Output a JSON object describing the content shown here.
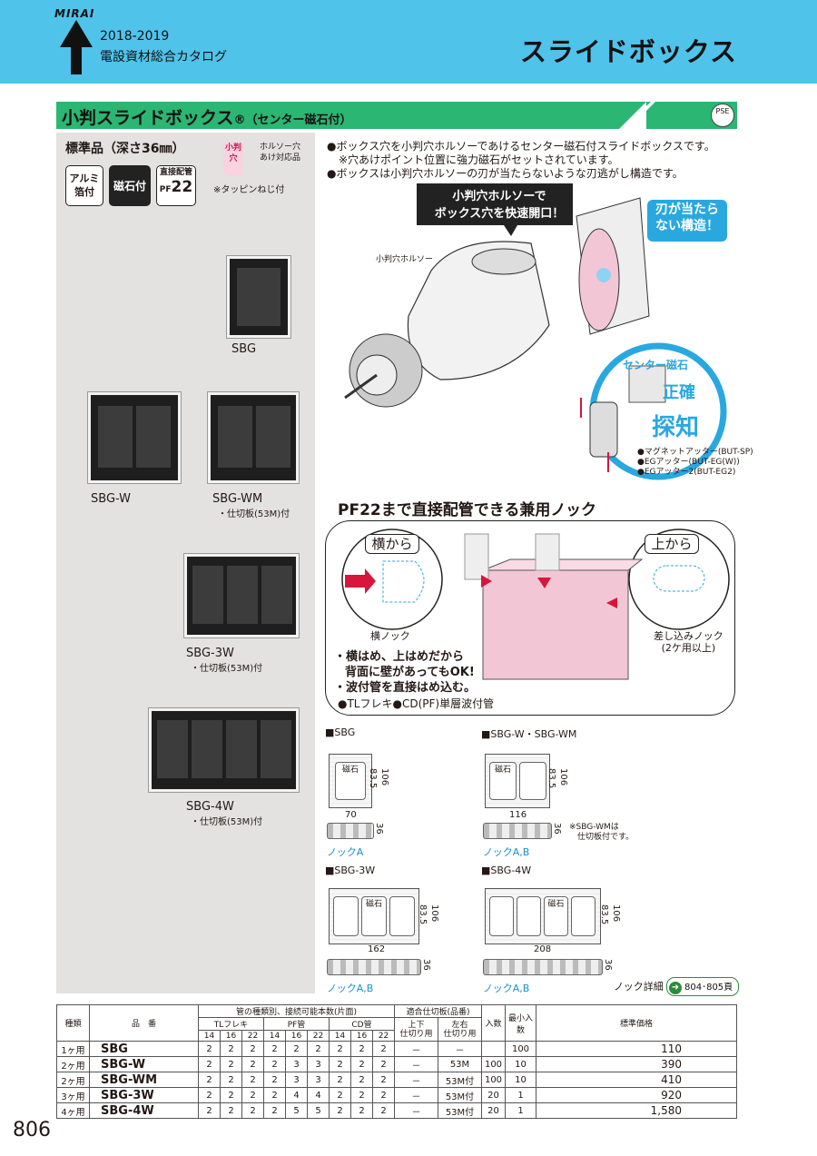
{
  "header": {
    "brand": "MIRAI",
    "catalog_year": "2018-2019",
    "catalog_title": "電設資材総合カタログ",
    "page_title": "スライドボックス"
  },
  "section": {
    "title": "小判スライドボックス",
    "registered": "®",
    "subtitle": "（センター磁石付）",
    "pse": "PSE"
  },
  "left": {
    "standard": "標準品（深さ36㎜）",
    "hole_badge": "小判穴",
    "hole_note": "ホルソー穴あけ対応品",
    "badge_alumi": "アルミ箔付",
    "badge_magnet": "磁石付",
    "badge_pf_top": "直接配管",
    "badge_pf_pre": "PF",
    "badge_pf_num": "22",
    "tap_note": "※タッピンねじ付",
    "products": [
      {
        "label": "SBG",
        "sub": ""
      },
      {
        "label": "SBG-W",
        "sub": ""
      },
      {
        "label": "SBG-WM",
        "sub": "・仕切板(53M)付"
      },
      {
        "label": "SBG-3W",
        "sub": "・仕切板(53M)付"
      },
      {
        "label": "SBG-4W",
        "sub": "・仕切板(53M)付"
      }
    ]
  },
  "features": [
    "●ボックス穴を小判穴ホルソーであけるセンター磁石付スライドボックスです。",
    "※穴あけポイント位置に強力磁石がセットされています。",
    "●ボックスは小判穴ホルソーの刃が当たらないような刃逃がし構造です。"
  ],
  "hero": {
    "callout": "小判穴ホルソーで\nボックス穴を快速開口！",
    "holesaw": "小判穴ホルソー",
    "blade": "刃が当たら\nない構造！",
    "magnet": "センター磁石",
    "accurate": "正確",
    "detect": "探知",
    "tools": [
      "●マグネットアッター(BUT-SP)",
      "●EGアッター(BUT-EG(W))",
      "●EGアッター2(BUT-EG2)"
    ]
  },
  "knock": {
    "title": "PF22まで直接配管できる兼用ノック",
    "side": "横から",
    "top": "上から",
    "side_knock": "横ノック",
    "insert_knock": "差し込みノック\n(2ケ用以上)",
    "points": [
      "・横はめ、上はめだから",
      "背面に壁があってもOK!",
      "・波付管を直接はめ込む。"
    ],
    "pipes": "●TLフレキ●CD(PF)単層波付管"
  },
  "diagrams": [
    {
      "title": "■SBG",
      "width": "70",
      "h1": "83.5",
      "h2": "106",
      "depth": "36",
      "knock": "ノックA",
      "magnet": "磁石"
    },
    {
      "title": "■SBG-W・SBG-WM",
      "width": "116",
      "h1": "83.5",
      "h2": "106",
      "depth": "36",
      "knock": "ノックA,B",
      "magnet": "磁石",
      "note": "※SBG-WMは\n　仕切板付です。"
    },
    {
      "title": "■SBG-3W",
      "width": "162",
      "h1": "83.5",
      "h2": "106",
      "depth": "36",
      "knock": "ノックA,B",
      "magnet": "磁石"
    },
    {
      "title": "■SBG-4W",
      "width": "208",
      "h1": "83.5",
      "h2": "106",
      "depth": "36",
      "knock": "ノックA,B",
      "magnet": "磁石"
    }
  ],
  "knock_detail": "ノック詳細",
  "knock_ref": "804･805頁",
  "table": {
    "h_kind": "種類",
    "h_model": "品　番",
    "h_pipes": "管の種類別、接続可能本数(片面)",
    "h_tl": "TLフレキ",
    "h_pf": "PF管",
    "h_cd": "CD管",
    "h_partition": "適合仕切板(品番)",
    "h_updown": "上下\n仕切り用",
    "h_leftright": "左右\n仕切り用",
    "h_qty": "入数",
    "h_min": "最小入数",
    "h_price": "標準価格",
    "sizes": [
      "14",
      "16",
      "22",
      "14",
      "16",
      "22",
      "14",
      "16",
      "22"
    ],
    "rows": [
      {
        "kind": "1ヶ用",
        "model": "SBG",
        "n": [
          "2",
          "2",
          "2",
          "2",
          "2",
          "2",
          "2",
          "2",
          "2"
        ],
        "ud": "－",
        "lr": "－",
        "qty": "",
        "min": "100",
        "price": "110"
      },
      {
        "kind": "2ヶ用",
        "model": "SBG-W",
        "n": [
          "2",
          "2",
          "2",
          "2",
          "3",
          "3",
          "2",
          "2",
          "2"
        ],
        "ud": "－",
        "lr": "53M",
        "qty": "100",
        "min": "10",
        "price": "390"
      },
      {
        "kind": "2ヶ用",
        "model": "SBG-WM",
        "n": [
          "2",
          "2",
          "2",
          "2",
          "3",
          "3",
          "2",
          "2",
          "2"
        ],
        "ud": "－",
        "lr": "53M付",
        "qty": "100",
        "min": "10",
        "price": "410"
      },
      {
        "kind": "3ヶ用",
        "model": "SBG-3W",
        "n": [
          "2",
          "2",
          "2",
          "2",
          "4",
          "4",
          "2",
          "2",
          "2"
        ],
        "ud": "－",
        "lr": "53M付",
        "qty": "20",
        "min": "1",
        "price": "920"
      },
      {
        "kind": "4ヶ用",
        "model": "SBG-4W",
        "n": [
          "2",
          "2",
          "2",
          "2",
          "5",
          "5",
          "2",
          "2",
          "2"
        ],
        "ud": "－",
        "lr": "53M付",
        "qty": "20",
        "min": "1",
        "price": "1,580"
      }
    ]
  },
  "page_number": "806",
  "colors": {
    "header": "#4fc3ea",
    "section_bar": "#2bb673",
    "panel": "#e3e2e0",
    "pink": "#f3c6d5"
  }
}
